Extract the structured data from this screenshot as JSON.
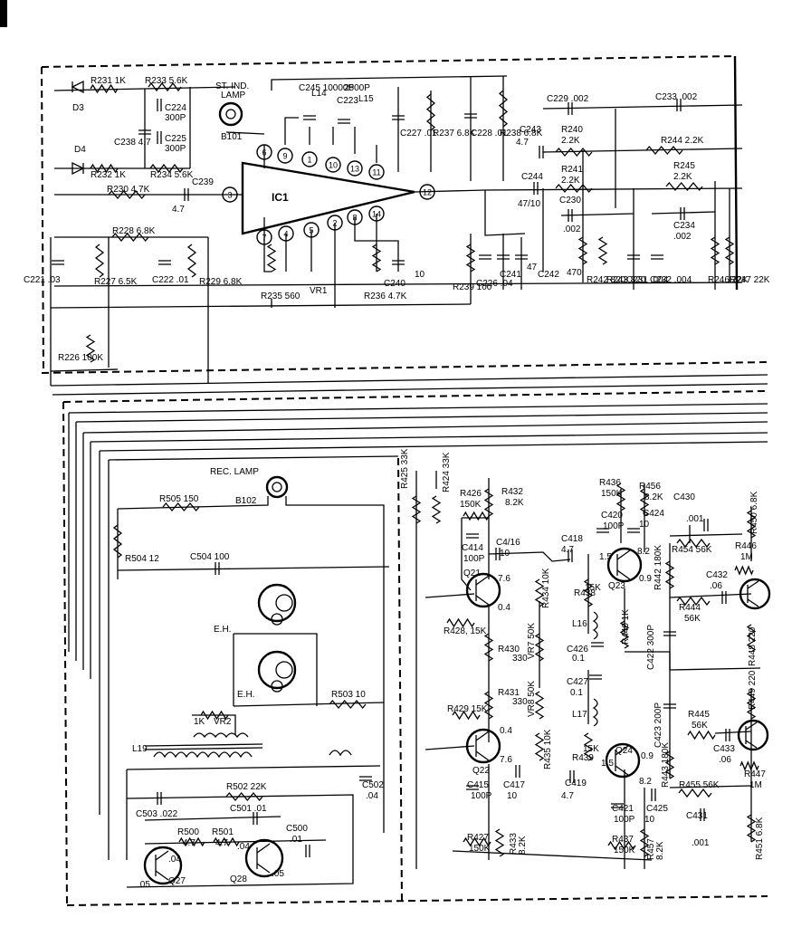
{
  "ic1": {
    "name": "IC1",
    "pins": [
      "1",
      "2",
      "3",
      "4",
      "5",
      "6",
      "7",
      "8",
      "9",
      "10",
      "11",
      "12",
      "13",
      "14"
    ]
  },
  "lamps": {
    "st_ind_line1": "ST. IND.",
    "st_ind_line2": "LAMP",
    "st_ind_ref": "B101",
    "rec_lamp": "REC. LAMP",
    "rec_ref": "B102"
  },
  "upper_labels": {
    "r231": "R231  1K",
    "r232": "R232  1K",
    "r233": "R233  5.6K",
    "r234": "R234  5.6K",
    "c224": "C224",
    "c224v": "300P",
    "c225": "C225",
    "c225v": "300P",
    "c238": "C238  4.7",
    "d3": "D3",
    "d4": "D4",
    "r230": "R230  4.7K",
    "c239": "C239",
    "c239v": "4.7",
    "r228": "R228  6.8K",
    "c221": "C221 .03",
    "r227": "R227  6.5K",
    "c222": "C222  .01",
    "r229": "R229  6.8K",
    "r226": "R226  100K",
    "c245": "C245  10000P",
    "l14": "L14",
    "c223": "C223",
    "c223v": "2500P",
    "l15": "L15",
    "c227": "C227  .01",
    "r237": "R237  6.8K",
    "c228": "C228  .01",
    "r238": "R238  6.8K",
    "c229": "C229  .002",
    "c233": "C233  .002",
    "c243": "C243",
    "c243v": "4.7",
    "r240": "R240",
    "r240v": "2.2K",
    "r244": "R244  2.2K",
    "r241": "R241",
    "r241v": "2.2K",
    "c244": "C244",
    "c244v": "47/10",
    "c230": "C230",
    "c230v": ".002",
    "r245": "R245",
    "r245v": "2.2K",
    "c234": "C234",
    "c234v": ".002",
    "r235": "R235  560",
    "vr1": "VR1",
    "r236": "R236  4.7K",
    "c240": "C240",
    "c240v": "10",
    "r239": "R239  100",
    "c226": "C226  .04",
    "c241": "C241",
    "c241v": "47",
    "c242": "C242",
    "c242v": "470",
    "r242": "R242  820",
    "r243": "R243  820",
    "c231": "C231  .004",
    "c232": "C232  .004",
    "r246": "R246  22K",
    "r247": "R247  22K"
  },
  "lower_left": {
    "r505": "R505  150",
    "r504": "R504  12",
    "c504": "C504  100",
    "eh1": "E.H.",
    "eh2": "E.H.",
    "r503": "R503  10",
    "vr2": "VR2",
    "vr2v": "1K",
    "l19": "L19",
    "r502": "R502  22K",
    "c502": "C502",
    "c502v": ".04",
    "c503": "C503  .022",
    "c501": "C501  .01",
    "r500": "R500",
    "r500v": "4.7",
    "r501": "R501",
    "r501v": "4.7",
    "c500": "C500",
    "c500v": ".01",
    "q27": "Q27",
    "q28": "Q28",
    "v04a": ".04",
    "v05a": ".05",
    "v04b": ".04",
    "v05b": ".05"
  },
  "lower_right": {
    "r425": "R425  33K",
    "r424": "R424  33K",
    "r426": "R426",
    "r426v": "150K",
    "r432": "R432",
    "r432v": "8.2K",
    "c414": "C414",
    "c414v": "100P",
    "c416": "C4/16",
    "c416v": "10",
    "q21": "Q21",
    "r428": "R428, 15K",
    "v76a": "7.6",
    "v04c": "0.4",
    "r434": "R434  10K",
    "vr7": "VR7  50K",
    "r430": "R430",
    "r430v": "330",
    "c418": "C418",
    "c418v": "4.7",
    "r438": "R438",
    "r438v": "15K",
    "l16": "L16",
    "c426": "C426",
    "c426v": "0.1",
    "r436": "R436",
    "r436v": "150K",
    "r456": "R456",
    "r456v": "8.2K",
    "c420": "C420",
    "c420v": "100P",
    "c424": "C424",
    "c424v": "10",
    "q23": "Q23",
    "v15a": "1.5",
    "v82a": "8.2",
    "v09a": "0.9",
    "r442": "R442  180K",
    "r440": "R440  1K",
    "c422": "C422  300P",
    "c430": "C430",
    "c430v": ".001",
    "r454": "R454  56K",
    "r450": "R450  6.8K",
    "r446": "R446",
    "r446v": "1M",
    "c432": "C432",
    "c432v": ".06",
    "r444": "R444",
    "r444v": "56K",
    "r448": "R448  220",
    "r431": "R431",
    "r431v": "330",
    "vr8": "VR8  50K",
    "c427": "C427",
    "c427v": "0.1",
    "l17": "L17",
    "r429": "R429  15K",
    "q22": "Q22",
    "v04d": "0.4",
    "v76b": "7.6",
    "r435": "R435  10K",
    "r439": "R439",
    "r439v": "15K",
    "c419": "C419",
    "c419v": "4.7",
    "c415": "C415",
    "c415v": "100P",
    "c417": "C417",
    "c417v": "10",
    "q24": "Q24",
    "v15b": "1.5",
    "v09b": "0.9",
    "v82b": "8.2",
    "c423": "C423  200P",
    "r443": "R443  180K",
    "r449": "R449  220",
    "r445": "R445",
    "r445v": "56K",
    "c433": "C433",
    "c433v": ".06",
    "r447": "R447",
    "r447v": "1M",
    "r455": "R455  56K",
    "c421": "C421",
    "c421v": "100P",
    "c425": "C425",
    "c425v": "10",
    "c431": "C431",
    "c431v": ".001",
    "r427": "R427",
    "r427v": "150K",
    "r433": "R433",
    "r433v": "8.2K",
    "r437": "R437",
    "r437v": "150K",
    "r457": "R457",
    "r457v": "8.2K",
    "r451": "R451  6.8K"
  }
}
